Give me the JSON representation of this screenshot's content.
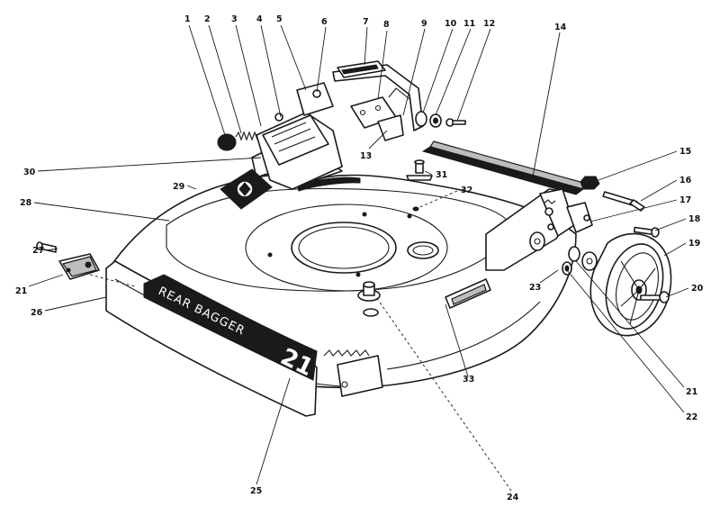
{
  "decal": {
    "text": "REAR BAGGER",
    "number": "21"
  },
  "callouts": {
    "c1": "1",
    "c2": "2",
    "c3": "3",
    "c4": "4",
    "c5": "5",
    "c6": "6",
    "c7": "7",
    "c8": "8",
    "c9": "9",
    "c10": "10",
    "c11": "11",
    "c12": "12",
    "c13": "13",
    "c14": "14",
    "c15": "15",
    "c16": "16",
    "c17": "17",
    "c18": "18",
    "c19": "19",
    "c20": "20",
    "c21a": "21",
    "c21b": "21",
    "c22": "22",
    "c23": "23",
    "c24": "24",
    "c25": "25",
    "c26": "26",
    "c27": "27",
    "c28": "28",
    "c29": "29",
    "c30": "30",
    "c31": "31",
    "c32": "32",
    "c33": "33"
  }
}
